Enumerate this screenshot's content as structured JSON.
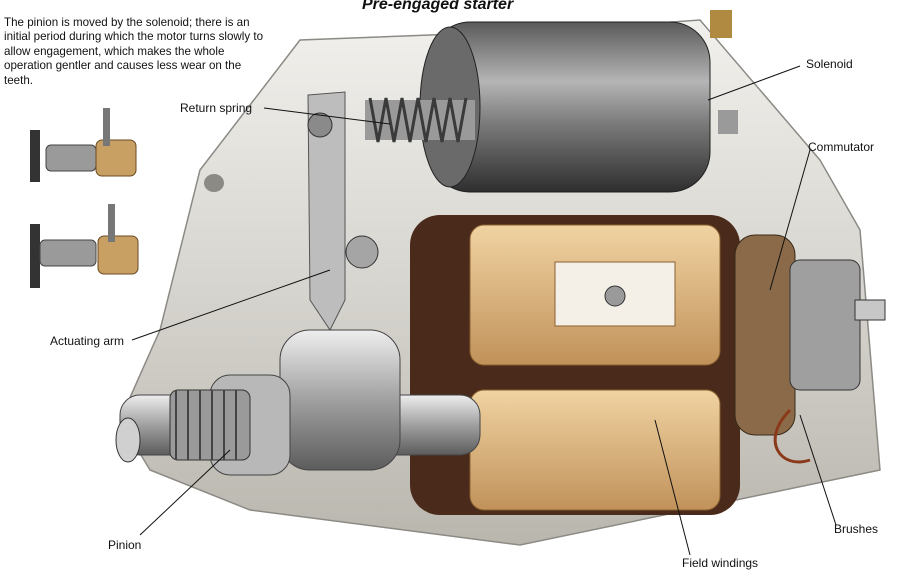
{
  "title": "Pre-engaged starter",
  "description": "The pinion is moved by the solenoid; there is an initial period during which the motor turns slowly to allow engagement, which makes the whole operation gentler and causes less wear on the teeth.",
  "labels": {
    "solenoid": "Solenoid",
    "return_spring": "Return spring",
    "commutator": "Commutator",
    "actuating_arm": "Actuating arm",
    "pinion": "Pinion",
    "field_windings": "Field windings",
    "brushes": "Brushes"
  },
  "colors": {
    "housing": "#d9d7d2",
    "metal": "#a9a9a9",
    "dark_metal": "#3c3c3c",
    "copper": "#8a4a2a",
    "winding": "#d8b07a",
    "leader": "#111111"
  }
}
